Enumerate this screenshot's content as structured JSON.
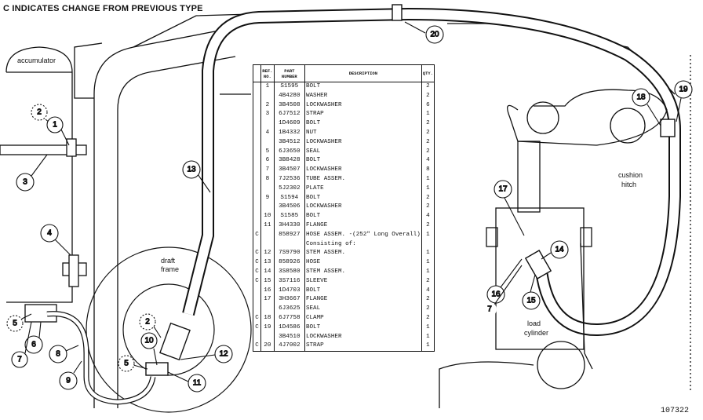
{
  "header": "C INDICATES CHANGE FROM PREVIOUS TYPE",
  "figure_number": "107322",
  "diagram_labels": {
    "accumulator": "accumulator",
    "draft_frame": "draft\nframe",
    "cushion_hitch": "cushion\nhitch",
    "load_cylinder": "load\ncylinder"
  },
  "callouts": [
    "20",
    "19",
    "18",
    "2",
    "1",
    "3",
    "4",
    "5",
    "6",
    "7",
    "8",
    "9",
    "13",
    "2",
    "10",
    "5",
    "12",
    "11",
    "17",
    "14",
    "16",
    "15",
    "7"
  ],
  "table": {
    "headers": {
      "ref": "REF. NO.",
      "part": "PART NUMBER",
      "desc": "DESCRIPTION",
      "qty": "QTY."
    },
    "rows": [
      {
        "c": "",
        "n": "1",
        "p": "S1595",
        "d": "BOLT",
        "q": "2"
      },
      {
        "c": "",
        "n": "",
        "p": "4B4280",
        "d": "WASHER",
        "q": "2"
      },
      {
        "c": "",
        "n": "2",
        "p": "3B4508",
        "d": "LOCKWASHER",
        "q": "6"
      },
      {
        "c": "",
        "n": "3",
        "p": "6J7512",
        "d": "STRAP",
        "q": "1"
      },
      {
        "c": "",
        "n": "",
        "p": "1D4609",
        "d": "BOLT",
        "q": "2"
      },
      {
        "c": "",
        "n": "4",
        "p": "1B4332",
        "d": "NUT",
        "q": "2"
      },
      {
        "c": "",
        "n": "",
        "p": "3B4512",
        "d": "LOCKWASHER",
        "q": "2"
      },
      {
        "c": "",
        "n": "5",
        "p": "6J3650",
        "d": "SEAL",
        "q": "2"
      },
      {
        "c": "",
        "n": "6",
        "p": "3B8428",
        "d": "BOLT",
        "q": "4"
      },
      {
        "c": "",
        "n": "7",
        "p": "3B4507",
        "d": "LOCKWASHER",
        "q": "8"
      },
      {
        "c": "",
        "n": "8",
        "p": "7J2536",
        "d": "TUBE ASSEM.",
        "q": "1"
      },
      {
        "c": "",
        "n": "",
        "p": "5J2302",
        "d": "PLATE",
        "q": "1"
      },
      {
        "c": "",
        "n": "9",
        "p": "S1594",
        "d": "BOLT",
        "q": "2"
      },
      {
        "c": "",
        "n": "",
        "p": "3B4506",
        "d": "LOCKWASHER",
        "q": "2"
      },
      {
        "c": "",
        "n": "10",
        "p": "S1585",
        "d": "BOLT",
        "q": "4"
      },
      {
        "c": "",
        "n": "11",
        "p": "3H4330",
        "d": "FLANGE",
        "q": "2"
      },
      {
        "c": "C",
        "n": "",
        "p": "858927",
        "d": "HOSE ASSEM. -(252\" Long Overall)",
        "q": "1"
      },
      {
        "c": "",
        "n": "",
        "p": "",
        "d": "Consisting of:",
        "q": ""
      },
      {
        "c": "C",
        "n": "12",
        "p": "7S9790",
        "d": "STEM ASSEM.",
        "q": "1"
      },
      {
        "c": "C",
        "n": "13",
        "p": "858926",
        "d": "HOSE",
        "q": "1"
      },
      {
        "c": "C",
        "n": "14",
        "p": "3S8580",
        "d": "STEM ASSEM.",
        "q": "1"
      },
      {
        "c": "C",
        "n": "15",
        "p": "3S7116",
        "d": "SLEEVE",
        "q": "2"
      },
      {
        "c": "",
        "n": "16",
        "p": "1D4703",
        "d": "BOLT",
        "q": "4"
      },
      {
        "c": "",
        "n": "17",
        "p": "3H3667",
        "d": "FLANGE",
        "q": "2"
      },
      {
        "c": "",
        "n": "",
        "p": "6J3625",
        "d": "SEAL",
        "q": "2"
      },
      {
        "c": "C",
        "n": "18",
        "p": "6J7758",
        "d": "CLAMP",
        "q": "2"
      },
      {
        "c": "C",
        "n": "19",
        "p": "1D4586",
        "d": "BOLT",
        "q": "1"
      },
      {
        "c": "",
        "n": "",
        "p": "3B4510",
        "d": "LOCKWASHER",
        "q": "1"
      },
      {
        "c": "C",
        "n": "20",
        "p": "4J7002",
        "d": "STRAP",
        "q": "1"
      }
    ]
  }
}
